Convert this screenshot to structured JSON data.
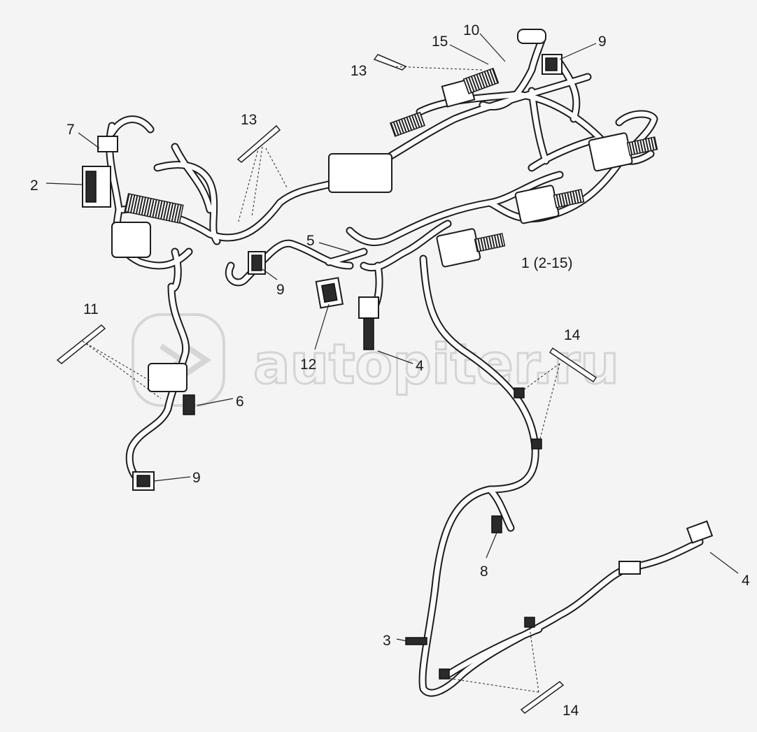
{
  "diagram": {
    "watermark": "autopiter.ru",
    "labels": {
      "l7": "7",
      "l2": "2",
      "l13a": "13",
      "l15": "15",
      "l10": "10",
      "l9a": "9",
      "l13b": "13",
      "l5": "5",
      "l9b": "9",
      "l1": "1 (2-15)",
      "l11": "11",
      "l12": "12",
      "l4a": "4",
      "l14a": "14",
      "l6": "6",
      "l9c": "9",
      "l8": "8",
      "l4b": "4",
      "l3": "3",
      "l14b": "14"
    }
  }
}
